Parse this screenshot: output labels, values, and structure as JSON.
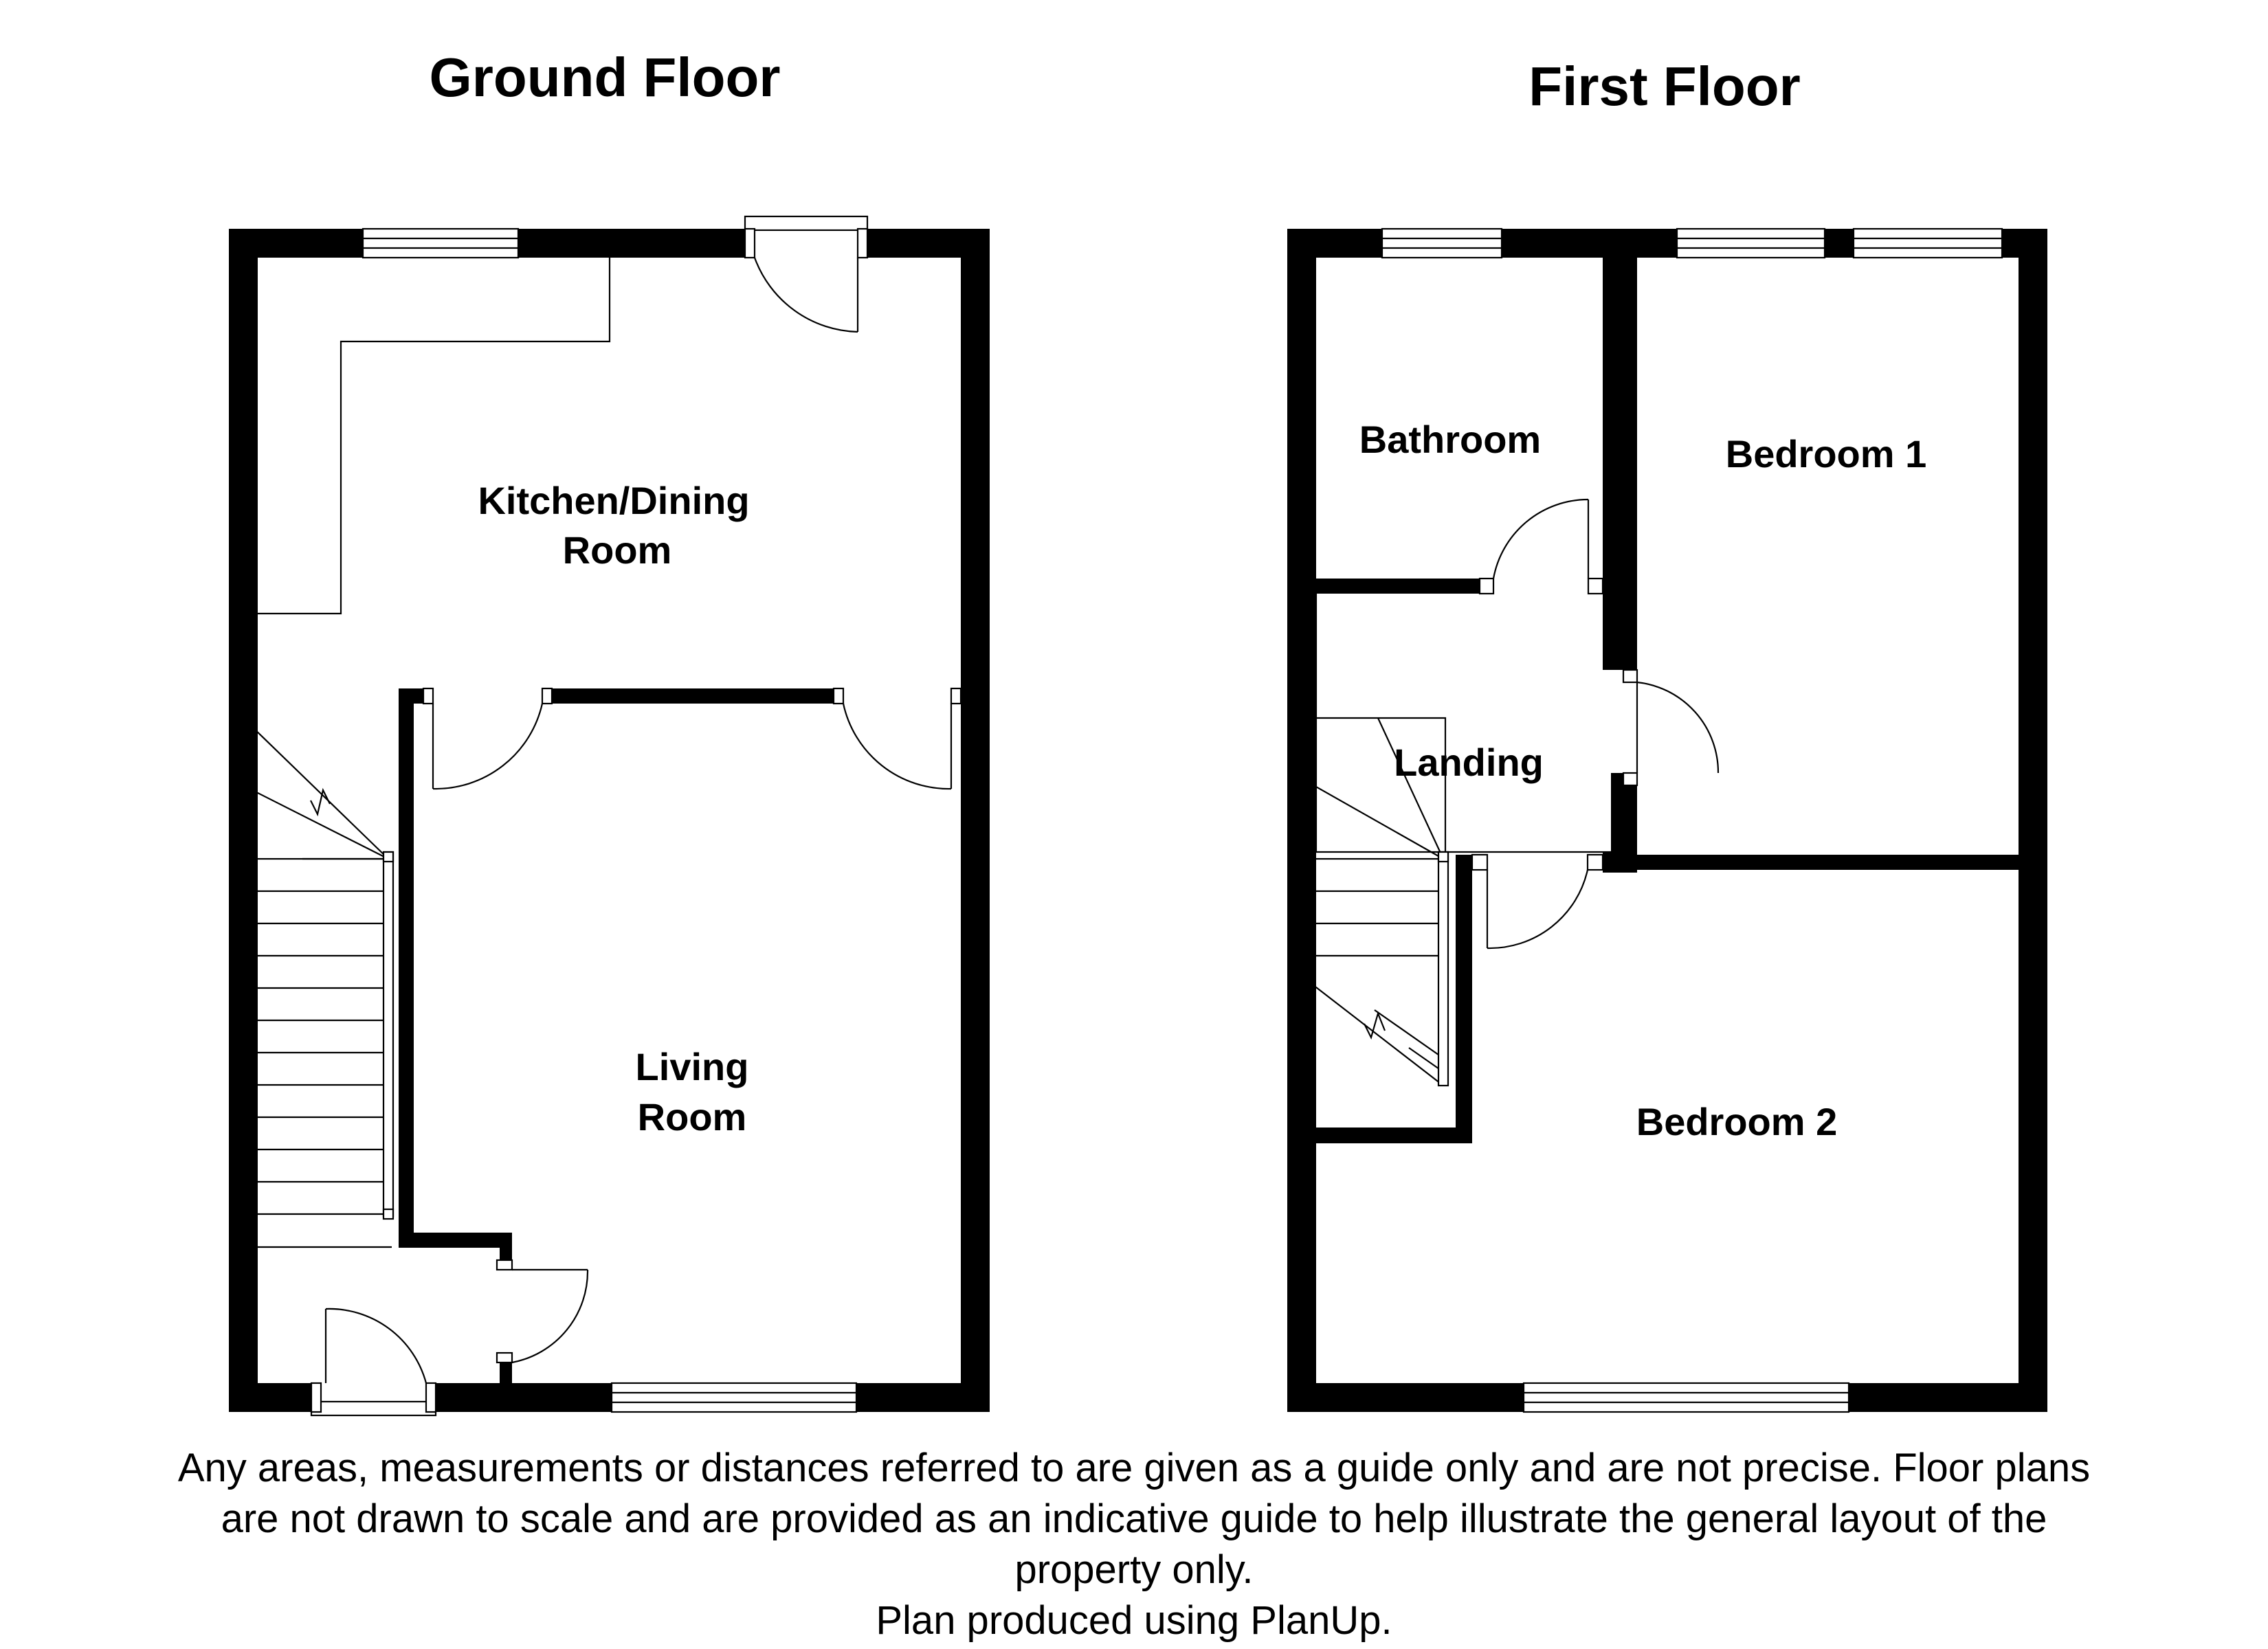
{
  "floors": {
    "ground": {
      "title": "Ground Floor",
      "rooms": {
        "kitchen_line1": "Kitchen/Dining",
        "kitchen_line2": "Room",
        "living_line1": "Living",
        "living_line2": "Room"
      }
    },
    "first": {
      "title": "First Floor",
      "rooms": {
        "bathroom": "Bathroom",
        "bedroom1": "Bedroom 1",
        "landing": "Landing",
        "bedroom2": "Bedroom 2"
      }
    }
  },
  "disclaimer": {
    "line1": "Any areas, measurements or distances referred to are given as a guide only and are not precise. Floor plans",
    "line2": "are not drawn to scale and are provided as an indicative guide to help illustrate the general layout of the",
    "line3": "property only.",
    "line4": "Plan produced using PlanUp."
  },
  "colors": {
    "wall": "#000000",
    "background": "#ffffff"
  }
}
